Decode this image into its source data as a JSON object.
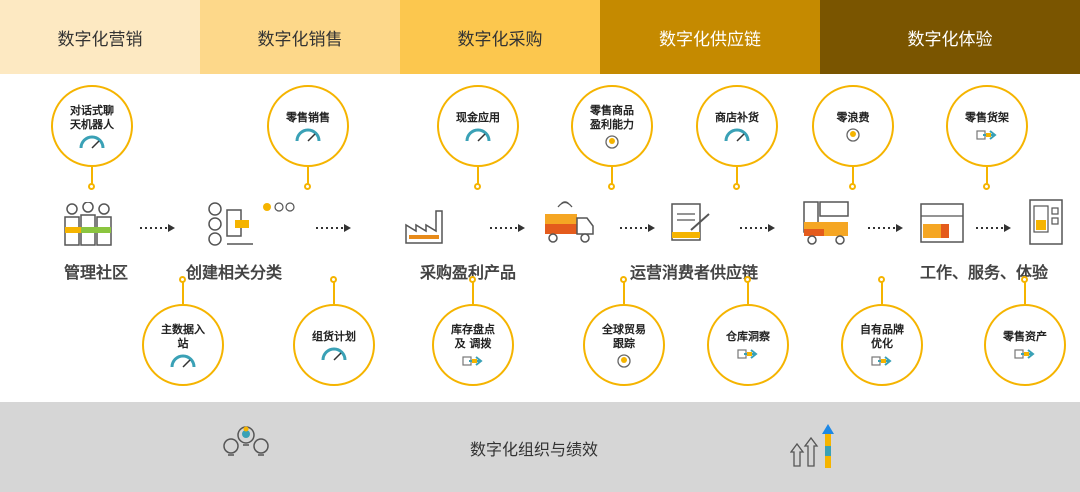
{
  "top_tabs": [
    {
      "label": "数字化营销",
      "color": "#fde9c2"
    },
    {
      "label": "数字化销售",
      "color": "#fdd88a"
    },
    {
      "label": "数字化采购",
      "color": "#fcc74e"
    },
    {
      "label": "数字化供应链",
      "color": "#c58a00"
    },
    {
      "label": "数字化体验",
      "color": "#7a5500"
    }
  ],
  "stages": [
    "管理社区",
    "创建相关分类",
    "采购盈利产品",
    "运营消费者供应链",
    "工作、服务、体验"
  ],
  "top_circles": [
    {
      "label": "对话式聊\n天机器人",
      "icon": "gauge-icon"
    },
    {
      "label": "零售销售",
      "icon": "gauge-icon"
    },
    {
      "label": "现金应用",
      "icon": "gauge-icon"
    },
    {
      "label": "零售商品\n盈利能力",
      "icon": "brain-icon"
    },
    {
      "label": "商店补货",
      "icon": "gauge-icon"
    },
    {
      "label": "零浪费",
      "icon": "brain-icon"
    },
    {
      "label": "零售货架",
      "icon": "transfer-icon"
    }
  ],
  "bottom_circles": [
    {
      "label": "主数据入\n站",
      "icon": "gauge-icon"
    },
    {
      "label": "组货计划",
      "icon": "gauge-icon"
    },
    {
      "label": "库存盘点\n及  调拨",
      "icon": "transfer-icon"
    },
    {
      "label": "全球贸易\n跟踪",
      "icon": "brain-icon"
    },
    {
      "label": "仓库洞察",
      "icon": "transfer-icon"
    },
    {
      "label": "自有品牌\n优化",
      "icon": "transfer-icon"
    },
    {
      "label": "零售资产",
      "icon": "transfer-icon"
    }
  ],
  "bottom_bar": {
    "label": "数字化组织与绩效",
    "left_icon": "lightbulbs-icon",
    "right_icon": "growth-arrows-icon"
  }
}
